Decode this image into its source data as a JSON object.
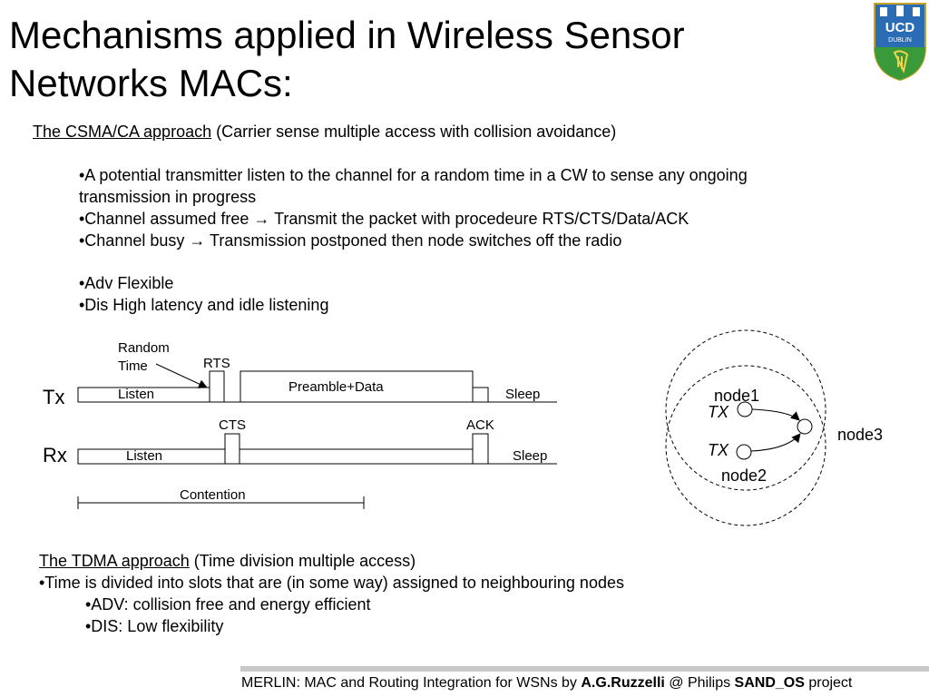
{
  "slide": {
    "title": "Mechanisms applied in Wireless Sensor Networks MACs:",
    "logo": {
      "line1": "UCD",
      "line2": "DUBLIN",
      "icon": "harp-crest-icon"
    }
  },
  "csma": {
    "heading": "The CSMA/CA approach",
    "heading_rest": " (Carrier sense multiple access with collision avoidance)",
    "bullets": [
      "•A potential transmitter listen to the channel for a random time in a CW to sense any ongoing",
      "transmission in progress",
      "•Channel assumed free → Transmit the packet with procedeure RTS/CTS/Data/ACK",
      "•Channel busy → Transmission postponed then node switches off the radio",
      "•Adv Flexible",
      "•Dis High latency and idle listening"
    ]
  },
  "timing_diagram": {
    "tx_label": "Tx",
    "rx_label": "Rx",
    "random_time_1": "Random",
    "random_time_2": "Time",
    "rts": "RTS",
    "preamble": "Preamble+Data",
    "tx_listen": "Listen",
    "tx_sleep": "Sleep",
    "cts": "CTS",
    "ack": "ACK",
    "rx_listen": "Listen",
    "rx_sleep": "Sleep",
    "contention": "Contention"
  },
  "node_diagram": {
    "node1": "node1",
    "node2": "node2",
    "node3": "node3",
    "tx1": "TX",
    "tx2": "TX"
  },
  "tdma": {
    "heading": "The TDMA approach",
    "heading_rest": " (Time division multiple access)",
    "bullet": "•Time is divided into slots that are (in some way) assigned to neighbouring nodes",
    "sub": [
      "•ADV: collision free and energy efficient",
      "•DIS:  Low flexibility"
    ]
  },
  "footer": {
    "part1": "MERLIN: MAC and Routing Integration for WSNs by ",
    "author": "A.G.Ruzzelli",
    "part2": " @ Philips ",
    "project": "SAND_OS",
    "part3": " project"
  }
}
